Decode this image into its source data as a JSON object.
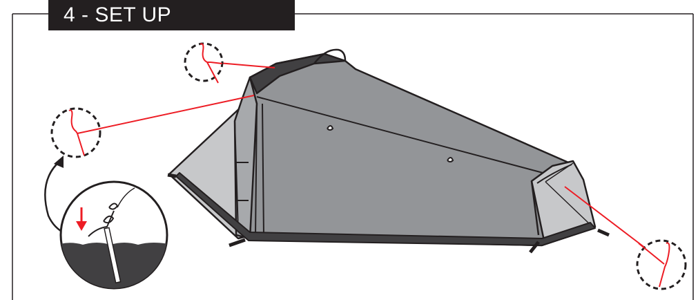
{
  "header": {
    "title": "4 - SET UP"
  },
  "colors": {
    "ink": "#231f20",
    "tent_fly": "#939598",
    "tent_inner": "#c7c8ca",
    "guy_line": "#ed1c24",
    "ground": "#414042"
  },
  "illustration": {
    "subject": "tent",
    "callouts": [
      "peak-guy-anchor",
      "front-guy-anchor",
      "rear-guy-anchor",
      "stake-detail"
    ]
  }
}
